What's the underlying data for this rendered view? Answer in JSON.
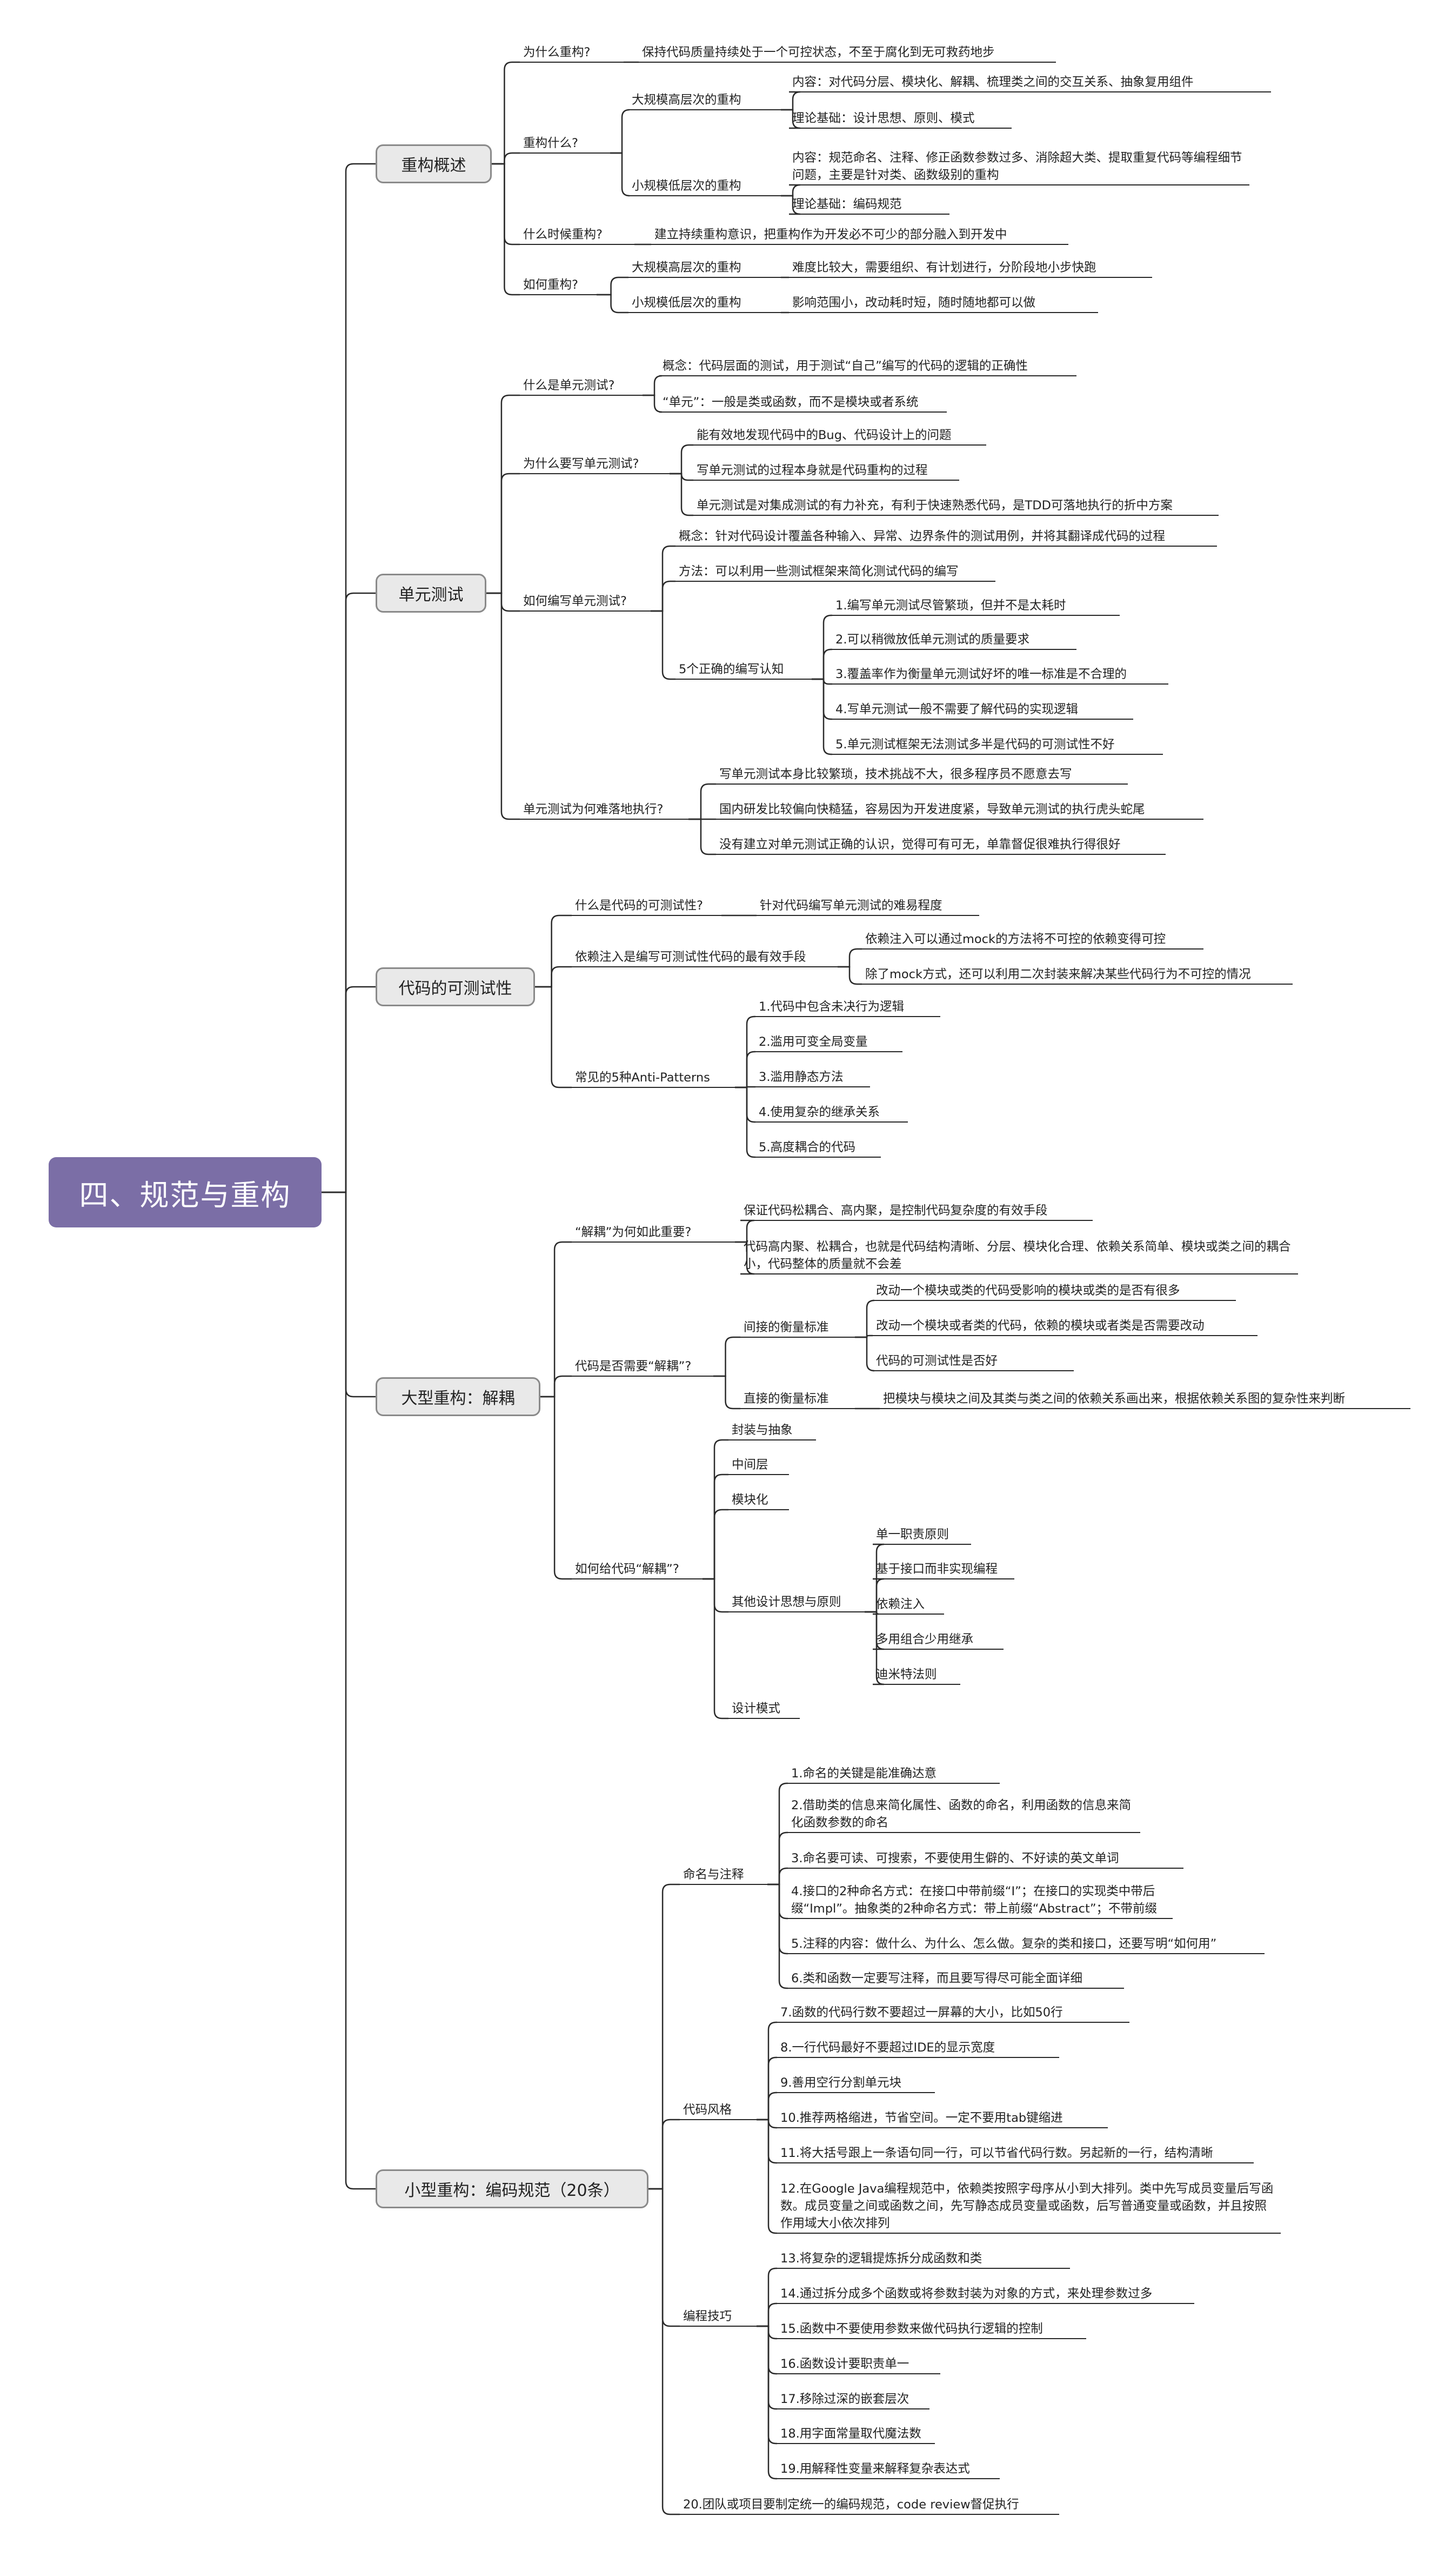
{
  "root": "四、规范与重构",
  "modules": {
    "m1": "重构概述",
    "m2": "单元测试",
    "m3": "代码的可测试性",
    "m4": "大型重构：解耦",
    "m5": "小型重构：编码规范（20条）"
  },
  "m1": {
    "why": "为什么重构?",
    "why_ans": "保持代码质量持续处于一个可控状态，不至于腐化到无可救药地步",
    "what": "重构什么?",
    "large": "大规模高层次的重构",
    "large_c": "内容：对代码分层、模块化、解耦、梳理类之间的交互关系、抽象复用组件",
    "large_t": "理论基础：设计思想、原则、模式",
    "small": "小规模低层次的重构",
    "small_c": "内容：规范命名、注释、修正函数参数过多、消除超大类、提取重复代码等编程细节问题，主要是针对类、函数级别的重构",
    "small_t": "理论基础：编码规范",
    "when": "什么时候重构?",
    "when_ans": "建立持续重构意识，把重构作为开发必不可少的部分融入到开发中",
    "how": "如何重构?",
    "how_large": "大规模高层次的重构",
    "how_large_a": "难度比较大，需要组织、有计划进行，分阶段地小步快跑",
    "how_small": "小规模低层次的重构",
    "how_small_a": "影响范围小，改动耗时短，随时随地都可以做"
  },
  "m2": {
    "what": "什么是单元测试?",
    "what_1": "概念：代码层面的测试，用于测试“自己”编写的代码的逻辑的正确性",
    "what_2": "“单元”：一般是类或函数，而不是模块或者系统",
    "why": "为什么要写单元测试?",
    "why_1": "能有效地发现代码中的Bug、代码设计上的问题",
    "why_2": "写单元测试的过程本身就是代码重构的过程",
    "why_3": "单元测试是对集成测试的有力补充，有利于快速熟悉代码，是TDD可落地执行的折中方案",
    "how": "如何编写单元测试?",
    "how_1": "概念：针对代码设计覆盖各种输入、异常、边界条件的测试用例，并将其翻译成代码的过程",
    "how_2": "方法：可以利用一些测试框架来简化测试代码的编写",
    "how_3": "5个正确的编写认知",
    "c1": "1.编写单元测试尽管繁琐，但并不是太耗时",
    "c2": "2.可以稍微放低单元测试的质量要求",
    "c3": "3.覆盖率作为衡量单元测试好坏的唯一标准是不合理的",
    "c4": "4.写单元测试一般不需要了解代码的实现逻辑",
    "c5": "5.单元测试框架无法测试多半是代码的可测试性不好",
    "hard": "单元测试为何难落地执行?",
    "hard_1": "写单元测试本身比较繁琐，技术挑战不大，很多程序员不愿意去写",
    "hard_2": "国内研发比较偏向快糙猛，容易因为开发进度紧，导致单元测试的执行虎头蛇尾",
    "hard_3": "没有建立对单元测试正确的认识，觉得可有可无，单靠督促很难执行得很好"
  },
  "m3": {
    "what": "什么是代码的可测试性?",
    "what_a": "针对代码编写单元测试的难易程度",
    "di": "依赖注入是编写可测试性代码的最有效手段",
    "di_1": "依赖注入可以通过mock的方法将不可控的依赖变得可控",
    "di_2": "除了mock方式，还可以利用二次封装来解决某些代码行为不可控的情况",
    "anti": "常见的5种Anti-Patterns",
    "a1": "1.代码中包含未决行为逻辑",
    "a2": "2.滥用可变全局变量",
    "a3": "3.滥用静态方法",
    "a4": "4.使用复杂的继承关系",
    "a5": "5.高度耦合的代码"
  },
  "m4": {
    "why": "“解耦”为何如此重要?",
    "why_1": "保证代码松耦合、高内聚，是控制代码复杂度的有效手段",
    "why_2": "代码高内聚、松耦合，也就是代码结构清晰、分层、模块化合理、依赖关系简单、模块或类之间的耦合小，代码整体的质量就不会差",
    "need": "代码是否需要“解耦”?",
    "indirect": "间接的衡量标准",
    "ind_1": "改动一个模块或类的代码受影响的模块或类的是否有很多",
    "ind_2": "改动一个模块或者类的代码，依赖的模块或者类是否需要改动",
    "ind_3": "代码的可测试性是否好",
    "direct": "直接的衡量标准",
    "direct_a": "把模块与模块之间及其类与类之间的依赖关系画出来，根据依赖关系图的复杂性来判断",
    "how": "如何给代码“解耦”?",
    "h1": "封装与抽象",
    "h2": "中间层",
    "h3": "模块化",
    "h4": "其他设计思想与原则",
    "p1": "单一职责原则",
    "p2": "基于接口而非实现编程",
    "p3": "依赖注入",
    "p4": "多用组合少用继承",
    "p5": "迪米特法则",
    "h5": "设计模式"
  },
  "m5": {
    "naming": "命名与注释",
    "n1": "1.命名的关键是能准确达意",
    "n2": "2.借助类的信息来简化属性、函数的命名，利用函数的信息来简化函数参数的命名",
    "n3": "3.命名要可读、可搜索，不要使用生僻的、不好读的英文单词",
    "n4": "4.接口的2种命名方式：在接口中带前缀“I”；在接口的实现类中带后缀“Impl”。抽象类的2种命名方式：带上前缀“Abstract”；不带前缀",
    "n5": "5.注释的内容：做什么、为什么、怎么做。复杂的类和接口，还要写明“如何用”",
    "n6": "6.类和函数一定要写注释，而且要写得尽可能全面详细",
    "style": "代码风格",
    "s7": "7.函数的代码行数不要超过一屏幕的大小，比如50行",
    "s8": "8.一行代码最好不要超过IDE的显示宽度",
    "s9": "9.善用空行分割单元块",
    "s10": "10.推荐两格缩进，节省空间。一定不要用tab键缩进",
    "s11": "11.将大括号跟上一条语句同一行，可以节省代码行数。另起新的一行，结构清晰",
    "s12": "12.在Google Java编程规范中，依赖类按照字母序从小到大排列。类中先写成员变量后写函数。成员变量之间或函数之间，先写静态成员变量或函数，后写普通变量或函数，并且按照作用域大小依次排列",
    "skill": "编程技巧",
    "k13": "13.将复杂的逻辑提炼拆分成函数和类",
    "k14": "14.通过拆分成多个函数或将参数封装为对象的方式，来处理参数过多",
    "k15": "15.函数中不要使用参数来做代码执行逻辑的控制",
    "k16": "16.函数设计要职责单一",
    "k17": "17.移除过深的嵌套层次",
    "k18": "18.用字面常量取代魔法数",
    "k19": "19.用解释性变量来解释复杂表达式",
    "k20": "20.团队或项目要制定统一的编码规范，code review督促执行"
  },
  "colors": {
    "root_bg": "#7b6ea6",
    "module_bg": "#e9e9e9",
    "line": "#2a2a2a"
  }
}
